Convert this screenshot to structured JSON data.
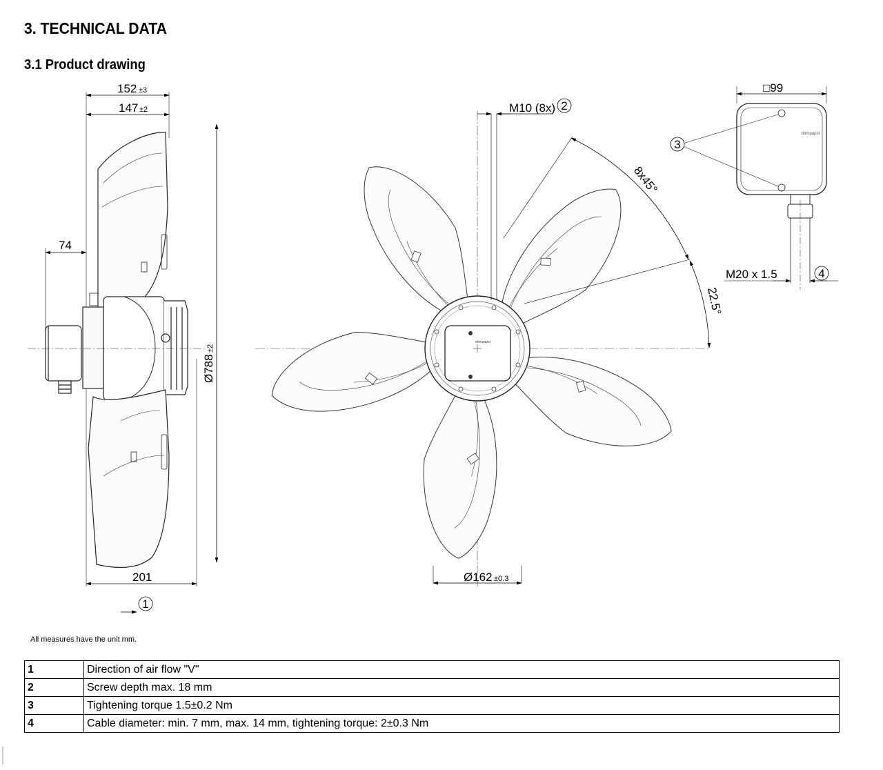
{
  "headings": {
    "section": "3. TECHNICAL DATA",
    "subsection": "3.1 Product drawing"
  },
  "dimensions": {
    "d152": "152",
    "d152_tol": "±3",
    "d147": "147",
    "d147_tol": "±2",
    "d74": "74",
    "d788": "Ø788",
    "d788_tol": "±2",
    "d201": "201",
    "m10": "M10 (8x)",
    "angle_8x45": "8x45°",
    "angle_22": "22.5°",
    "d162": "Ø162",
    "d162_tol": "±0.3",
    "sq99": "□99",
    "m20": "M20 x 1.5"
  },
  "callouts": {
    "c1": "1",
    "c2": "2",
    "c3": "3",
    "c4": "4"
  },
  "brand_mark": "ebmpapst",
  "note": "All measures have the unit mm.",
  "legend": [
    {
      "num": "1",
      "text": "Direction of air flow \"V\""
    },
    {
      "num": "2",
      "text": "Screw depth max. 18 mm"
    },
    {
      "num": "3",
      "text": "Tightening torque 1.5±0.2 Nm"
    },
    {
      "num": "4",
      "text": "Cable diameter: min. 7 mm, max. 14 mm, tightening torque: 2±0.3 Nm"
    }
  ]
}
